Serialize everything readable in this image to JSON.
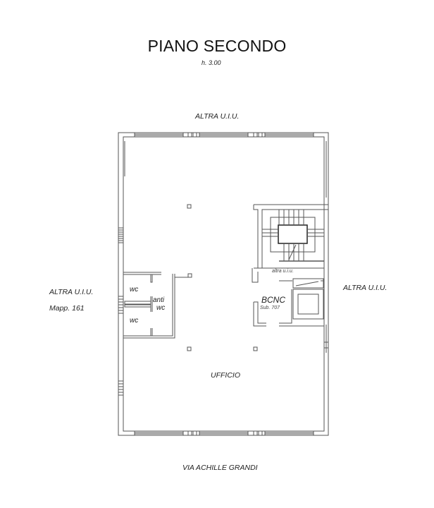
{
  "header": {
    "title": "PIANO SECONDO",
    "height_note": "h. 3.00"
  },
  "surroundings": {
    "north": "ALTRA U.I.U.",
    "west": "ALTRA U.I.U.",
    "west_ref": "Mapp. 161",
    "east": "ALTRA U.I.U.",
    "south": "VIA ACHILLE GRANDI"
  },
  "rooms": {
    "wc_top": "wc",
    "anti": "anti",
    "anti_wc": "wc",
    "wc_bottom": "wc",
    "stair_label": "altra u.i.u.",
    "bcnc": "BCNC",
    "bcnc_sub": "Sub. 707",
    "main": "UFFICIO"
  },
  "colors": {
    "line": "#555555",
    "text": "#222222",
    "background": "#ffffff"
  }
}
